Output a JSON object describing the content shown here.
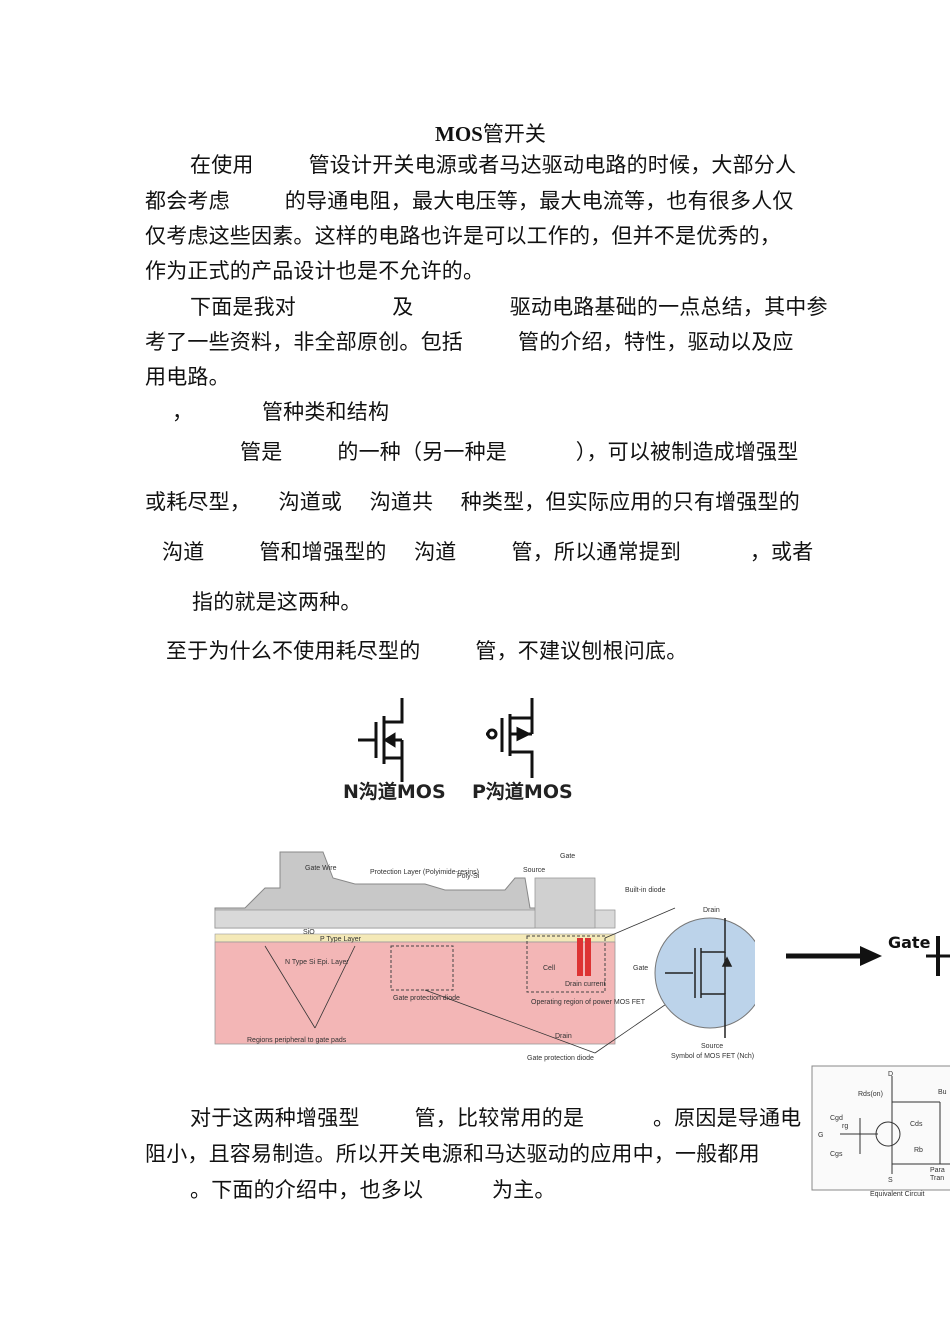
{
  "title": {
    "bold": "MOS",
    "rest": "管开关"
  },
  "lines": [
    {
      "text": "在使用        管设计开关电源或者马达驱动电路的时候，大部分人"
    },
    {
      "text": "都会考虑        的导通电阻，最大电压等，最大电流等，也有很多人仅"
    },
    {
      "text": "仅考虑这些因素。这样的电路也许是可以工作的，但并不是优秀的，"
    },
    {
      "text": "作为正式的产品设计也是不允许的。"
    },
    {
      "text": "下面是我对              及              驱动电路基础的一点总结，其中参"
    },
    {
      "text": "考了一些资料，非全部原创。包括        管的介绍，特性，驱动以及应"
    },
    {
      "text": "用电路。"
    },
    {
      "text": "，          管种类和结构"
    },
    {
      "text": "管是        的一种（另一种是          ），可以被制造成增强型"
    },
    {
      "text": "或耗尽型，    沟道或    沟道共    种类型，但实际应用的只有增强型的"
    },
    {
      "text": "沟道        管和增强型的    沟道        管，所以通常提到          ，或者"
    },
    {
      "text": "指的就是这两种。"
    },
    {
      "text": "至于为什么不使用耗尽型的        管，不建议刨根问底。"
    },
    {
      "text": "对于这两种增强型        管，比较常用的是          。原因是导通电"
    },
    {
      "text": "阻小，且容易制造。所以开关电源和马达驱动的应用中，一般都用"
    },
    {
      "text": "。下面的介绍中，也多以          为主。"
    }
  ],
  "symbols": {
    "n_label": "N沟道MOS",
    "p_label": "P沟道MOS"
  },
  "cross_section": {
    "gate_wire": "Gate Wire",
    "protection_layer": "Protection Layer (Polyimide-resins)",
    "poly_si": "Poly-Si",
    "source": "Source",
    "gate_top": "Gate",
    "built_in_diode": "Built-in diode",
    "sio2": "SiO",
    "p_layer": "P Type Layer",
    "n_layer": "N Type Si Epi. Layer",
    "cell": "Cell",
    "drain_current": "Drain current",
    "gate_prot_diode_small": "Gate protection diode",
    "operating_region": "Operating region of power MOS FET",
    "regions_peripheral": "Regions peripheral to gate pads",
    "drain_bottom": "Drain",
    "gate_prot_diode": "Gate protection diode",
    "drain": "Drain",
    "gate": "Gate",
    "source2": "Source",
    "symbol_caption": "Symbol of MOS FET (Nch)"
  },
  "right_gate": "Gate",
  "equivalent": {
    "d": "D",
    "rds": "Rds(on)",
    "cgd": "Cgd",
    "rg": "rg",
    "g": "G",
    "cds": "Cds",
    "rb": "Rb",
    "cgs": "Cgs",
    "s": "S",
    "bu": "Bu",
    "para": "Para",
    "tran": "Tran",
    "caption": "Equivalent Circuit"
  }
}
